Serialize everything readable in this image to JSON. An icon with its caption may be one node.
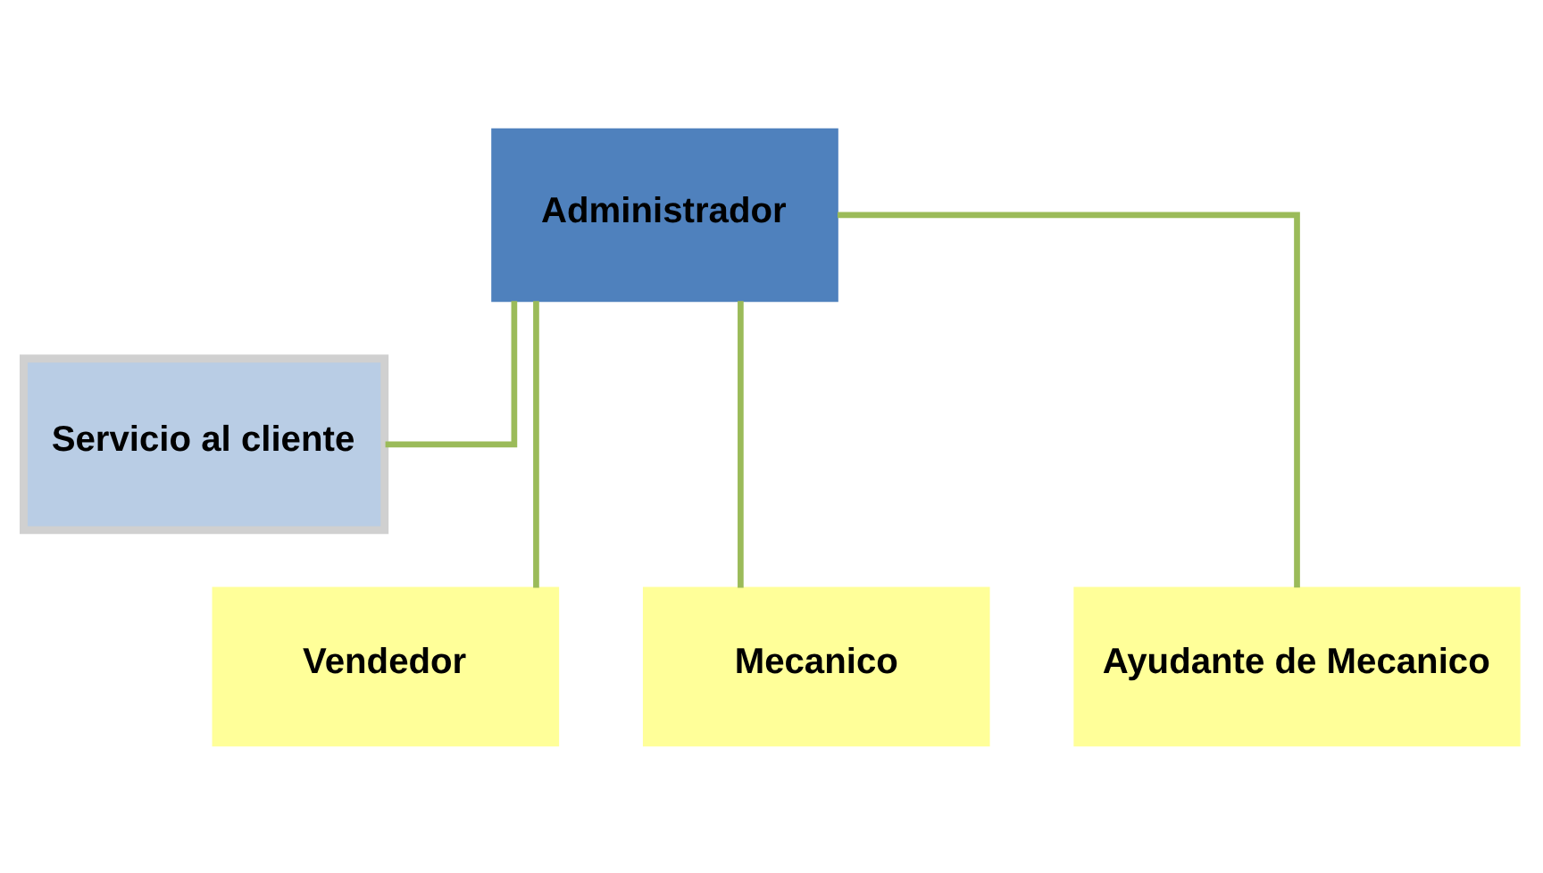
{
  "diagram": {
    "nodes": [
      {
        "text": [
          "Administrador"
        ]
      },
      {
        "text": [
          "Servicio al cliente"
        ]
      },
      {
        "text": [
          "Vendedor"
        ]
      },
      {
        "text": [
          "Mecanico"
        ]
      },
      {
        "text": [
          "Ayudante de Mecanico"
        ]
      }
    ],
    "edges": [
      {
        "from": 0,
        "to": 1,
        "arrow": "none"
      },
      {
        "from": 0,
        "to": 2,
        "arrow": "none"
      },
      {
        "from": 0,
        "to": 3,
        "arrow": "none"
      },
      {
        "from": 0,
        "to": 4,
        "arrow": "none"
      }
    ]
  }
}
